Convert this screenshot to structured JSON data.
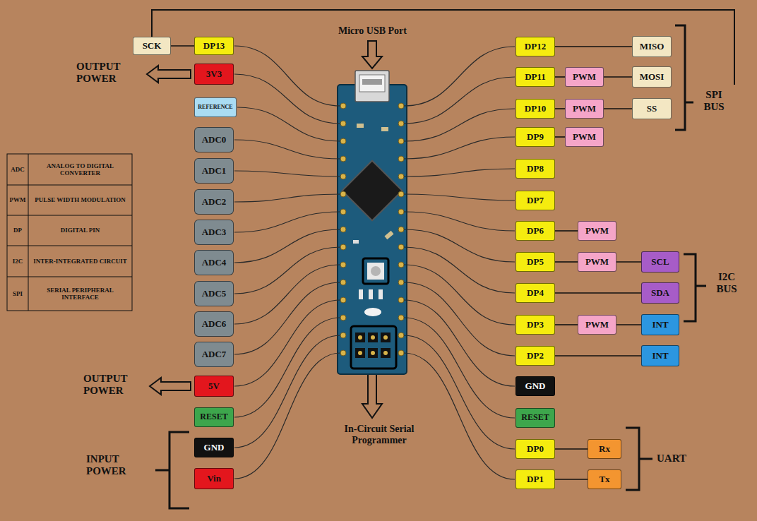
{
  "diagram": {
    "nodes": [
      {
        "text": [
          "SCK"
        ]
      },
      {
        "text": [
          "DP13"
        ]
      },
      {
        "text": [
          "3V3"
        ]
      },
      {
        "text": [
          "REFERENCE"
        ]
      },
      {
        "text": [
          "ADC0"
        ]
      },
      {
        "text": [
          "ADC1"
        ]
      },
      {
        "text": [
          "ADC2"
        ]
      },
      {
        "text": [
          "ADC3"
        ]
      },
      {
        "text": [
          "ADC4"
        ]
      },
      {
        "text": [
          "ADC5"
        ]
      },
      {
        "text": [
          "ADC6"
        ]
      },
      {
        "text": [
          "ADC7"
        ]
      },
      {
        "text": [
          "5V"
        ]
      },
      {
        "text": [
          "RESET"
        ]
      },
      {
        "text": [
          "GND"
        ]
      },
      {
        "text": [
          "Vin"
        ]
      },
      {
        "text": [
          "DP12"
        ]
      },
      {
        "text": [
          "MISO"
        ]
      },
      {
        "text": [
          "DP11"
        ]
      },
      {
        "text": [
          "PWM"
        ]
      },
      {
        "text": [
          "MOSI"
        ]
      },
      {
        "text": [
          "DP10"
        ]
      },
      {
        "text": [
          "PWM"
        ]
      },
      {
        "text": [
          "SS"
        ]
      },
      {
        "text": [
          "DP9"
        ]
      },
      {
        "text": [
          "PWM"
        ]
      },
      {
        "text": [
          "DP8"
        ]
      },
      {
        "text": [
          "DP7"
        ]
      },
      {
        "text": [
          "DP6"
        ]
      },
      {
        "text": [
          "PWM"
        ]
      },
      {
        "text": [
          "DP5"
        ]
      },
      {
        "text": [
          "PWM"
        ]
      },
      {
        "text": [
          "SCL"
        ]
      },
      {
        "text": [
          "DP4"
        ]
      },
      {
        "text": [
          "SDA"
        ]
      },
      {
        "text": [
          "DP3"
        ]
      },
      {
        "text": [
          "PWM"
        ]
      },
      {
        "text": [
          "INT"
        ]
      },
      {
        "text": [
          "DP2"
        ]
      },
      {
        "text": [
          "INT"
        ]
      },
      {
        "text": [
          "GND"
        ]
      },
      {
        "text": [
          "RESET"
        ]
      },
      {
        "text": [
          "DP0"
        ]
      },
      {
        "text": [
          "Rx"
        ]
      },
      {
        "text": [
          "DP1"
        ]
      },
      {
        "text": [
          "Tx"
        ]
      }
    ],
    "edges": [
      {
        "from": 0,
        "to": 1,
        "arrow": "none"
      },
      {
        "from": 16,
        "to": 17,
        "arrow": "none"
      },
      {
        "from": 18,
        "to": 19,
        "arrow": "none"
      },
      {
        "from": 19,
        "to": 20,
        "arrow": "none"
      },
      {
        "from": 21,
        "to": 22,
        "arrow": "none"
      },
      {
        "from": 22,
        "to": 23,
        "arrow": "none"
      },
      {
        "from": 24,
        "to": 25,
        "arrow": "none"
      },
      {
        "from": 28,
        "to": 29,
        "arrow": "none"
      },
      {
        "from": 30,
        "to": 31,
        "arrow": "none"
      },
      {
        "from": 31,
        "to": 32,
        "arrow": "none"
      },
      {
        "from": 33,
        "to": 34,
        "arrow": "none"
      },
      {
        "from": 35,
        "to": 36,
        "arrow": "none"
      },
      {
        "from": 36,
        "to": 37,
        "arrow": "none"
      },
      {
        "from": 38,
        "to": 39,
        "arrow": "none"
      },
      {
        "from": 42,
        "to": 43,
        "arrow": "none"
      },
      {
        "from": 44,
        "to": 45,
        "arrow": "none"
      }
    ],
    "labels": [
      "Micro USB Port",
      "OUTPUT POWER",
      "OUTPUT POWER",
      "INPUT POWER",
      "In-Circuit Serial Programmer",
      "SPI BUS",
      "I2C BUS",
      "UART",
      "ADC",
      "ANALOG TO DIGITAL CONVERTER",
      "PWM",
      "PULSE WIDTH MODULATION",
      "DP",
      "DIGITAL PIN",
      "I2C",
      "INTER-INTEGRATED CIRCUIT",
      "SPI",
      "SERIAL PERIPHERAL INTERFACE"
    ]
  }
}
